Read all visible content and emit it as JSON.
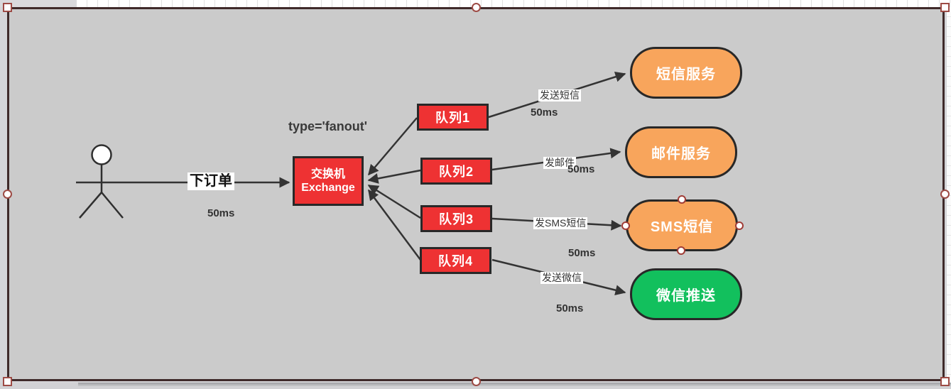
{
  "diagram": {
    "fanout_type_label": "type='fanout'",
    "producer": {
      "action_label": "下订单",
      "latency": "50ms"
    },
    "exchange": {
      "title_cn": "交换机",
      "title_en": "Exchange"
    },
    "queues": [
      {
        "label": "队列1"
      },
      {
        "label": "队列2"
      },
      {
        "label": "队列3"
      },
      {
        "label": "队列4"
      }
    ],
    "routes": [
      {
        "action": "发送短信",
        "latency": "50ms",
        "service": "短信服务"
      },
      {
        "action": "发邮件",
        "latency": "50ms",
        "service": "邮件服务"
      },
      {
        "action": "发SMS短信",
        "latency": "50ms",
        "service": "SMS短信"
      },
      {
        "action": "发送微信",
        "latency": "50ms",
        "service": "微信推送"
      }
    ]
  },
  "colors": {
    "canvas_bg": "#cbcbcb",
    "node_red": "#ee3233",
    "service_orange": "#f8a55c",
    "service_green": "#12c05d",
    "arrow": "#333333",
    "selection_border": "#3f2a2a",
    "handle_border": "#9d4b45"
  }
}
